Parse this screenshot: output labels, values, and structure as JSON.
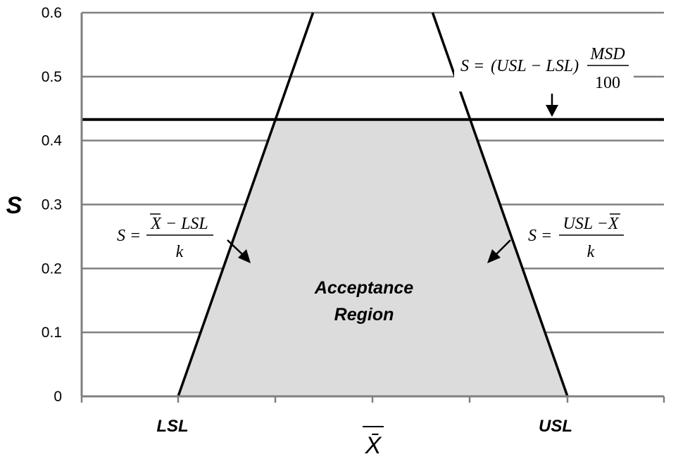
{
  "chart_data": {
    "type": "line",
    "ylabel": "S",
    "xlabel": "X̄",
    "ylim": [
      0,
      0.6
    ],
    "yticks": [
      "0",
      "0.1",
      "0.2",
      "0.3",
      "0.4",
      "0.5",
      "0.6"
    ],
    "x_categories": [
      "LSL",
      "USL"
    ],
    "grid": true,
    "region_label": [
      "Acceptance",
      "Region"
    ],
    "msd_line_value": 0.433,
    "annotations": {
      "top": {
        "lhs": "S =",
        "paren": "(USL − LSL)",
        "num": "MSD",
        "den": "100"
      },
      "left": {
        "lhs": "S =",
        "num": "X − LSL",
        "den": "k"
      },
      "right": {
        "lhs": "S =",
        "num": "USL −X",
        "den": "k"
      }
    },
    "series": [
      {
        "values": [
          [
            0,
            0
          ],
          [
            0.5,
            0.866
          ]
        ]
      },
      {
        "values": [
          [
            1,
            0
          ],
          [
            0.5,
            0.866
          ]
        ]
      },
      {
        "values": [
          [
            -0.2,
            0.433
          ],
          [
            1.25,
            0.433
          ]
        ]
      }
    ]
  }
}
